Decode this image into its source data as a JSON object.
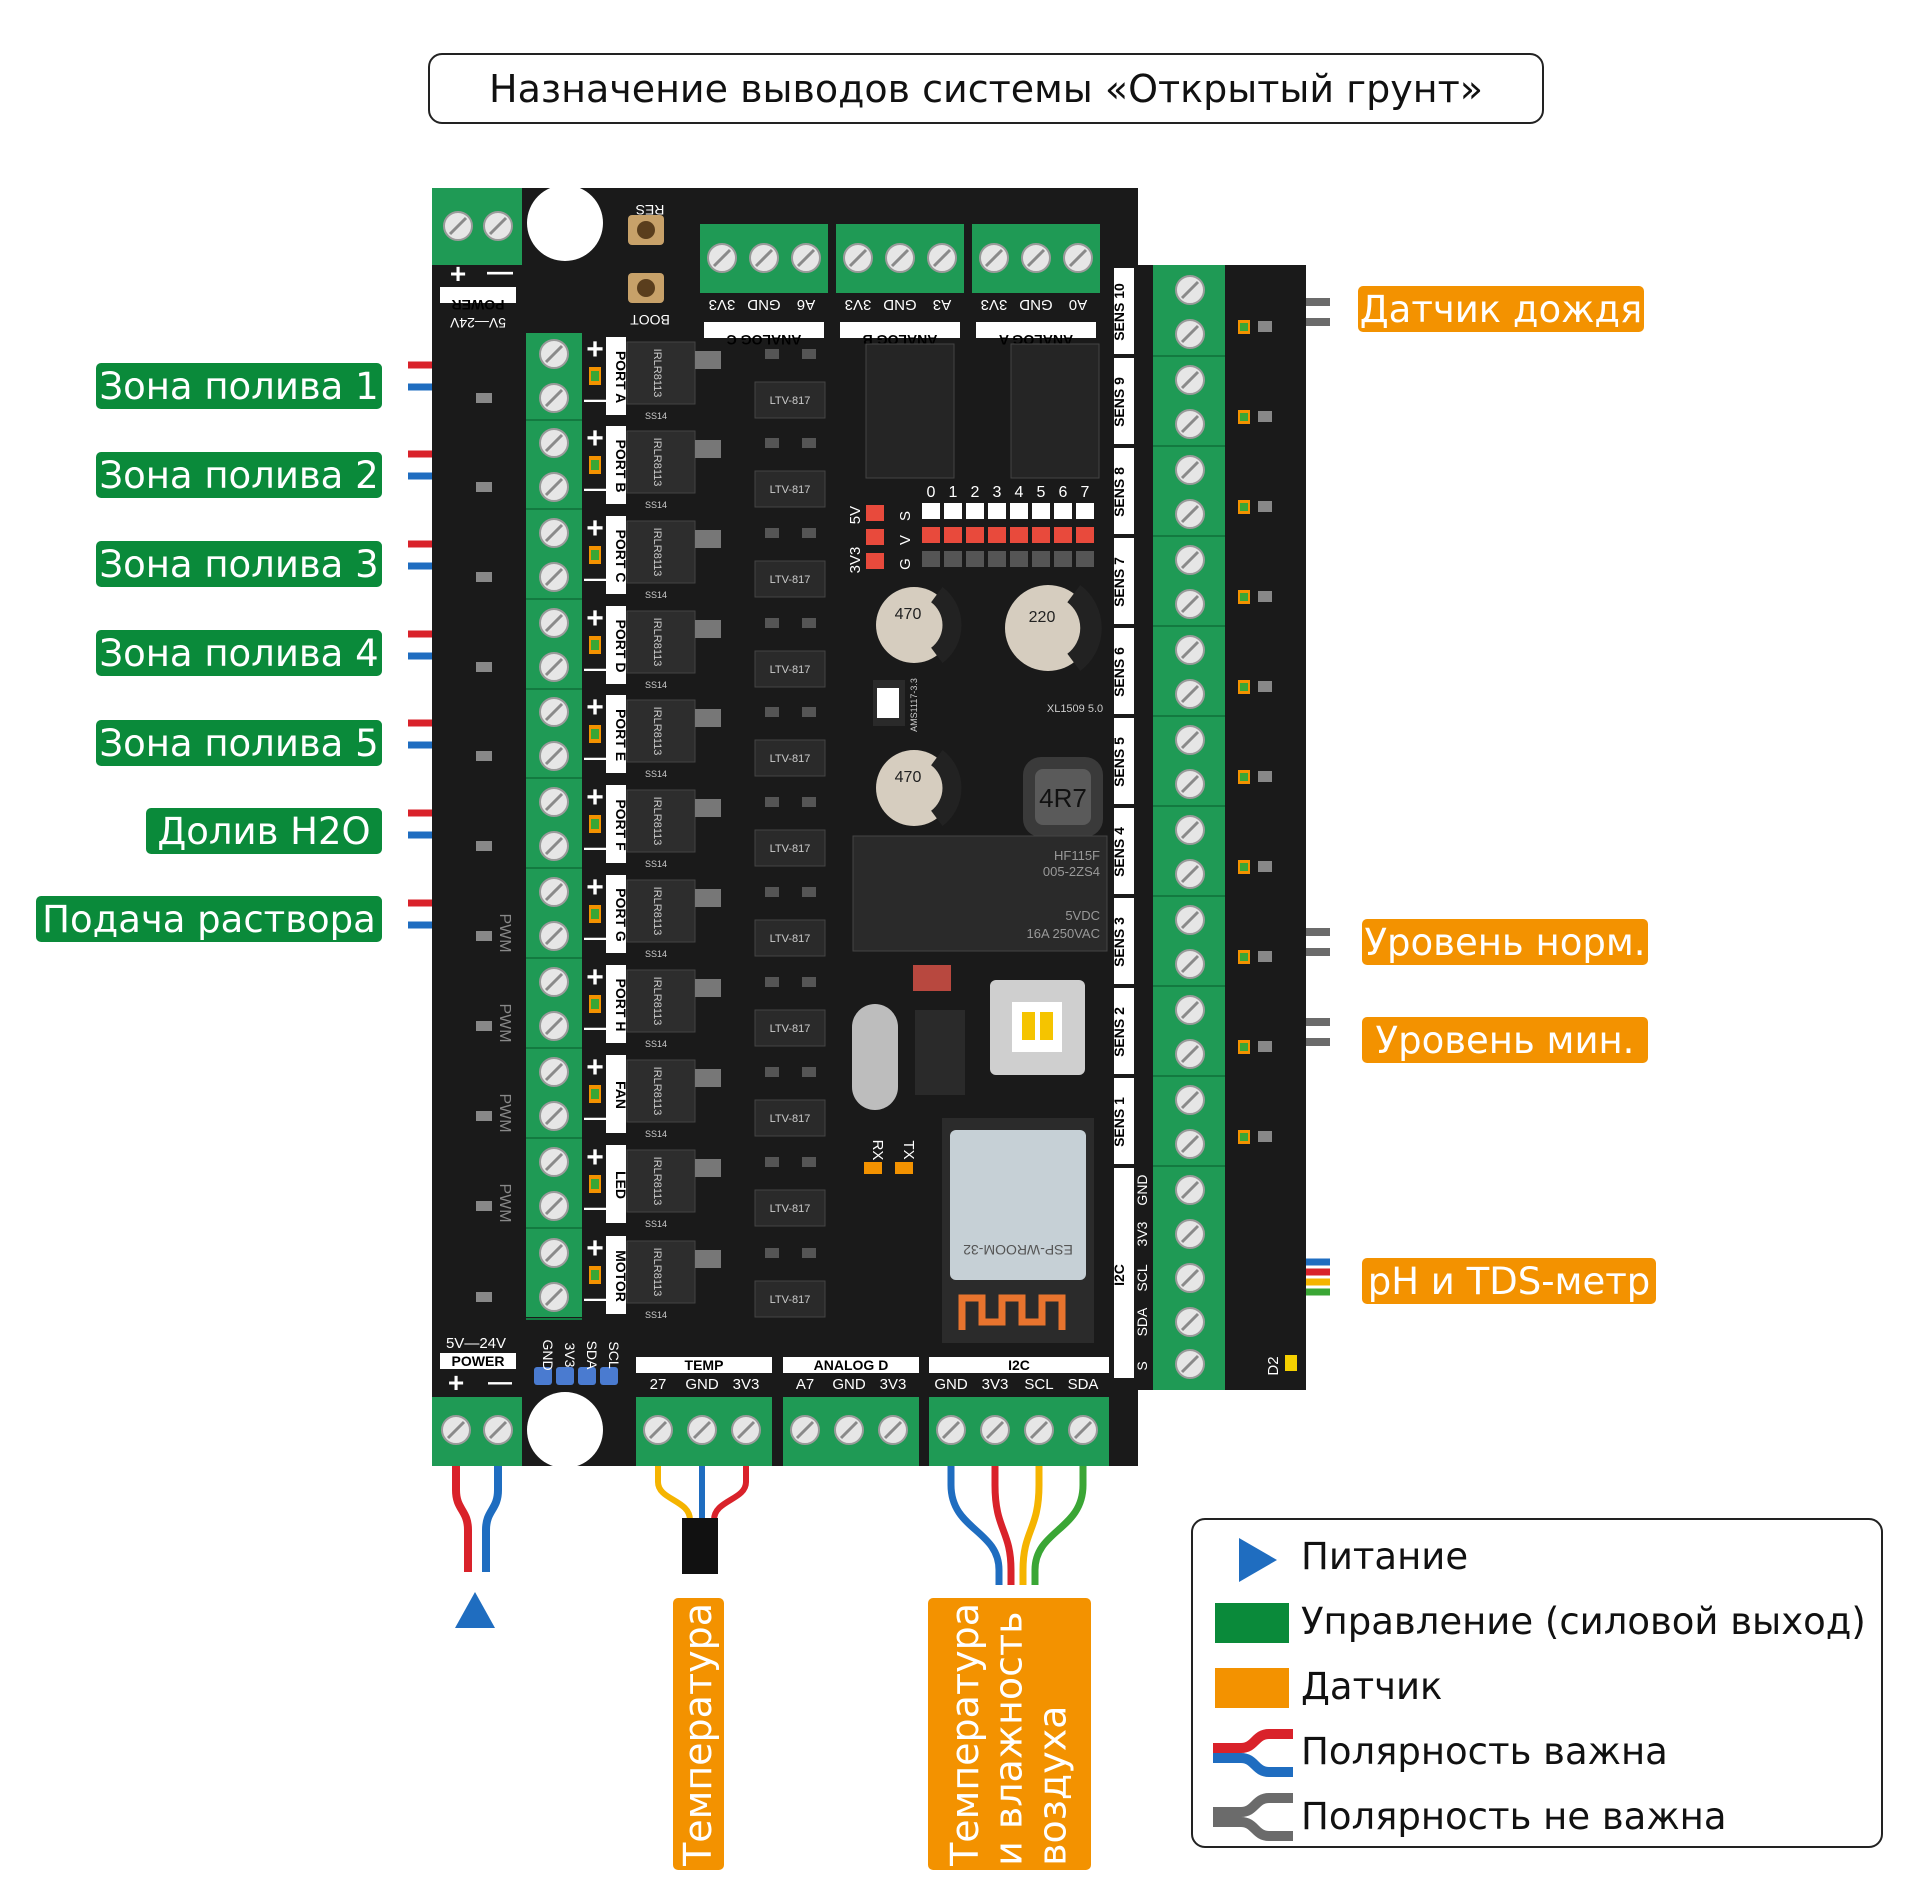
{
  "title": "Назначение выводов системы «Открытый грунт»",
  "left_labels": [
    {
      "text": "Зона полива 1",
      "port": "PORT A"
    },
    {
      "text": "Зона полива 2",
      "port": "PORT B"
    },
    {
      "text": "Зона полива 3",
      "port": "PORT C"
    },
    {
      "text": "Зона полива 4",
      "port": "PORT D"
    },
    {
      "text": "Зона полива 5",
      "port": "PORT E"
    },
    {
      "text": "Долив H2O",
      "port": "PORT F"
    },
    {
      "text": "Подача раствора",
      "port": "PORT G"
    }
  ],
  "right_labels": {
    "rain": "Датчик дождя",
    "level_norm": "Уровень норм.",
    "level_min": "Уровень мин.",
    "ph_tds": "pH и TDS-метр"
  },
  "bottom_labels": {
    "temp": "Температура",
    "air": "Температура и влажность воздуха",
    "air_lines": [
      "Температура",
      "и влажность",
      "воздуха"
    ]
  },
  "legend": {
    "power": "Питание",
    "control": "Управление (силовой выход)",
    "sensor": "Датчик",
    "polarity_matters": "Полярность важна",
    "polarity_not_matter": "Полярность не важна"
  },
  "board": {
    "power_top": {
      "label": "POWER",
      "voltage": "5V—24V",
      "plus": "+",
      "minus": "—"
    },
    "power_bottom": {
      "label": "POWER",
      "voltage": "5V—24V",
      "plus": "+",
      "minus": "—"
    },
    "buttons": [
      "RES",
      "BOOT"
    ],
    "analog_top": [
      {
        "name": "ANALOG C",
        "pins": [
          "3V3",
          "GND",
          "A6"
        ]
      },
      {
        "name": "ANALOG B",
        "pins": [
          "3V3",
          "GND",
          "A3"
        ]
      },
      {
        "name": "ANALOG A",
        "pins": [
          "3V3",
          "GND",
          "A0"
        ]
      }
    ],
    "ports": [
      "PORT A",
      "PORT B",
      "PORT C",
      "PORT D",
      "PORT E",
      "PORT F",
      "PORT G",
      "PORT H",
      "FAN",
      "LED",
      "MOTOR"
    ],
    "sens": [
      "SENS 10",
      "SENS 9",
      "SENS 8",
      "SENS 7",
      "SENS 6",
      "SENS 5",
      "SENS 4",
      "SENS 3",
      "SENS 2",
      "SENS 1"
    ],
    "i2c_right": {
      "name": "I2C",
      "pins": [
        "GND",
        "3V3",
        "SCL",
        "SDA",
        "S"
      ]
    },
    "bottom_conn": [
      {
        "name": "TEMP",
        "pins": [
          "27",
          "GND",
          "3V3"
        ]
      },
      {
        "name": "ANALOG D",
        "pins": [
          "A7",
          "GND",
          "3V3"
        ]
      },
      {
        "name": "I2C",
        "pins": [
          "GND",
          "3V3",
          "SCL",
          "SDA"
        ]
      }
    ],
    "header_pins": [
      "GND",
      "3V3",
      "SDA",
      "SCL"
    ],
    "jumper_cols": [
      "0",
      "1",
      "2",
      "3",
      "4",
      "5",
      "6",
      "7"
    ],
    "jumper_rows": [
      "S",
      "V",
      "G"
    ],
    "jumper_side": [
      "5V",
      "3V3"
    ],
    "mosfet": "IRLR8113",
    "opto": "LTV-817",
    "diode": "SS14",
    "pwm": "PWM",
    "caps": [
      "470",
      "220",
      "470"
    ],
    "inductor": "4R7",
    "regulator": "AMS1117-3.3",
    "buck": "XL1509 5.0",
    "relay": [
      "HF115F",
      "005-2ZS4",
      "5VDC",
      "16A 250VAC"
    ],
    "module": "ESP-WROOM-32",
    "rx": "RX",
    "tx": "TX",
    "d2": "D2"
  },
  "colors": {
    "board": "#1a1a1a",
    "terminal": "#1f9a55",
    "green_label": "#0a8a3a",
    "orange_label": "#f39200",
    "wire_red": "#d9222a",
    "wire_blue": "#1f6dc0",
    "wire_gray": "#6b6b6b",
    "wire_yellow": "#f5b400",
    "wire_green": "#3aa635",
    "power_arrow": "#1f6dc0"
  }
}
